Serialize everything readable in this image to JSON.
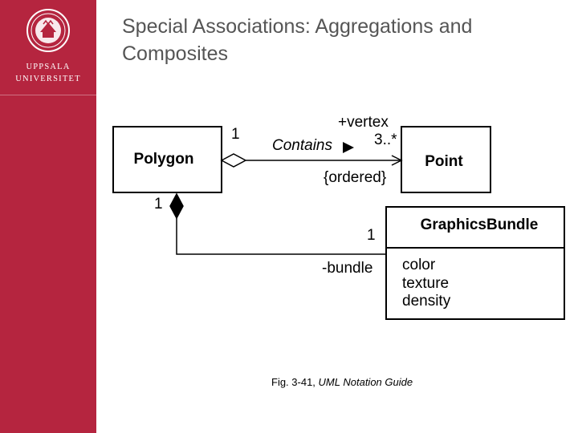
{
  "slide": {
    "title": "Special Associations: Aggregations and Composites",
    "caption_prefix": "Fig. 3-41, ",
    "caption_source": "UML Notation Guide"
  },
  "logo": {
    "line1": "UPPSALA",
    "line2": "UNIVERSITET"
  },
  "colors": {
    "sidebar": "#b5253f",
    "title": "#555555"
  },
  "diagram": {
    "classes": {
      "polygon": "Polygon",
      "point": "Point",
      "graphics_bundle": "GraphicsBundle",
      "graphics_bundle_attributes": [
        "color",
        "texture",
        "density"
      ]
    },
    "aggregation": {
      "name": "Contains",
      "polygon_multiplicity": "1",
      "role": "+vertex",
      "point_multiplicity": "3..*",
      "constraint": "{ordered}"
    },
    "composition": {
      "polygon_multiplicity": "1",
      "bundle_multiplicity": "1",
      "role": "-bundle"
    }
  }
}
